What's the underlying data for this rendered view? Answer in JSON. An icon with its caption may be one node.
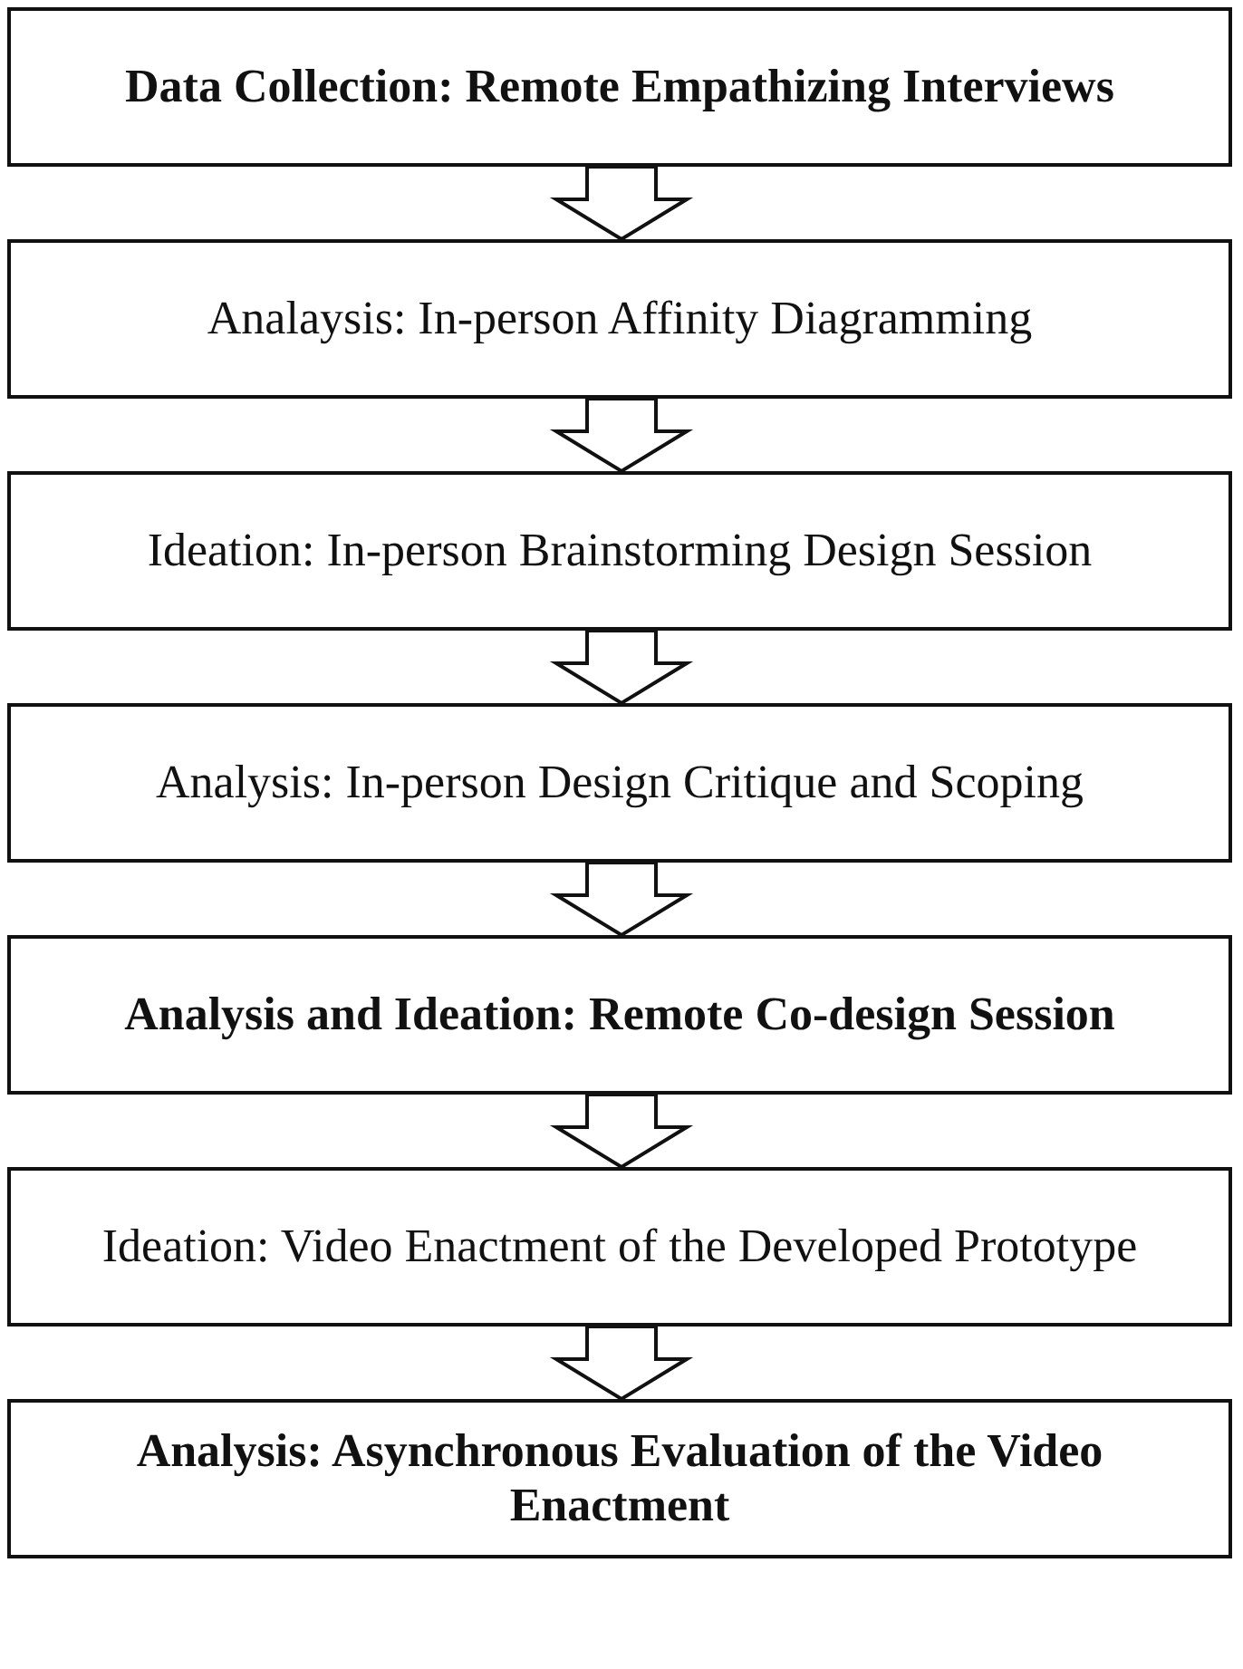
{
  "diagram": {
    "nodes": [
      {
        "text": [
          "Data Collection: Remote Empathizing Interviews"
        ]
      },
      {
        "text": [
          "Analaysis: In-person Affinity Diagramming"
        ]
      },
      {
        "text": [
          "Ideation: In-person Brainstorming Design Session"
        ]
      },
      {
        "text": [
          "Analysis: In-person Design Critique and Scoping"
        ]
      },
      {
        "text": [
          "Analysis and Ideation: Remote Co-design Session"
        ]
      },
      {
        "text": [
          "Ideation: Video Enactment of the Developed Prototype"
        ]
      },
      {
        "text": [
          "Analysis: Asynchronous Evaluation of the Video Enactment"
        ]
      }
    ],
    "edges": [
      {
        "from": 0,
        "to": 1,
        "arrow": "to"
      },
      {
        "from": 1,
        "to": 2,
        "arrow": "to"
      },
      {
        "from": 2,
        "to": 3,
        "arrow": "to"
      },
      {
        "from": 3,
        "to": 4,
        "arrow": "to"
      },
      {
        "from": 4,
        "to": 5,
        "arrow": "to"
      },
      {
        "from": 5,
        "to": 6,
        "arrow": "to"
      }
    ]
  }
}
